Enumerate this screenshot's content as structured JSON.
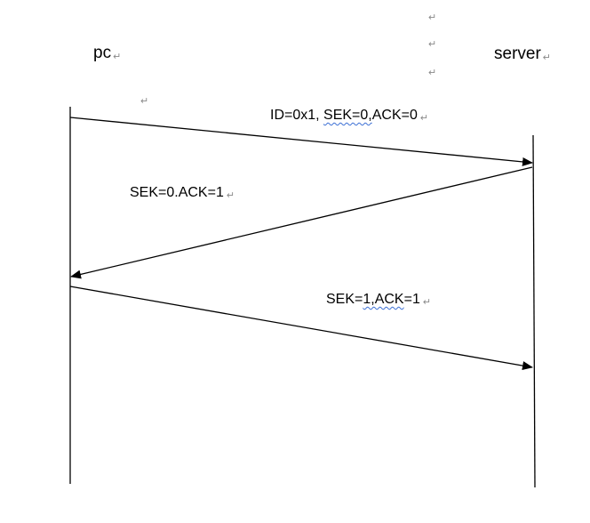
{
  "actors": {
    "left": "pc",
    "right": "server"
  },
  "messages": [
    {
      "prefix": "ID=0x1, ",
      "underlined": "SEK=0,",
      "suffix": "ACK=0",
      "direction": "pc-to-server"
    },
    {
      "prefix": "SEK=0.ACK=1",
      "underlined": "",
      "suffix": "",
      "direction": "server-to-pc"
    },
    {
      "prefix": "SEK=",
      "underlined": "1,ACK",
      "suffix": "=1",
      "direction": "pc-to-server"
    }
  ],
  "paragraph_mark": "↵",
  "colors": {
    "line": "#000000",
    "paragraph_mark": "#8a8a8a",
    "spellcheck_underline": "#3b6fd4"
  }
}
